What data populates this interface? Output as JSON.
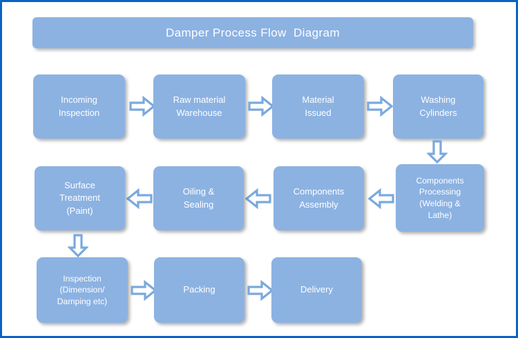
{
  "diagram": {
    "title": "Damper Process Flow  Diagram",
    "border_color": "#0a63c4",
    "node_fill_color": "#8cb2e2",
    "node_text_color": "#ffffff",
    "arrow_fill_color": "#ffffff",
    "arrow_stroke_color": "#7aa9dd",
    "background_color": "#ffffff"
  },
  "nodes": [
    {
      "id": "incoming-inspection",
      "label": "Incoming\nInspection"
    },
    {
      "id": "raw-material-warehouse",
      "label": "Raw material\nWarehouse"
    },
    {
      "id": "material-issued",
      "label": "Material\nIssued"
    },
    {
      "id": "washing-cylinders",
      "label": "Washing\nCylinders"
    },
    {
      "id": "components-processing",
      "label": "Components\nProcessing\n(Welding &\nLathe)"
    },
    {
      "id": "components-assembly",
      "label": "Components\nAssembly"
    },
    {
      "id": "oiling-sealing",
      "label": "Oiling &\nSealing"
    },
    {
      "id": "surface-treatment",
      "label": "Surface\nTreatment\n(Paint)"
    },
    {
      "id": "inspection-dimension",
      "label": "Inspection\n(Dimension/\nDamping etc)"
    },
    {
      "id": "packing",
      "label": "Packing"
    },
    {
      "id": "delivery",
      "label": "Delivery"
    }
  ],
  "connectors": [
    {
      "id": "incoming-to-raw",
      "direction": "right"
    },
    {
      "id": "raw-to-material",
      "direction": "right"
    },
    {
      "id": "material-to-washing",
      "direction": "right"
    },
    {
      "id": "washing-to-processing",
      "direction": "down"
    },
    {
      "id": "processing-to-assembly",
      "direction": "left"
    },
    {
      "id": "assembly-to-oiling",
      "direction": "left"
    },
    {
      "id": "oiling-to-surface",
      "direction": "left"
    },
    {
      "id": "surface-to-inspection",
      "direction": "down"
    },
    {
      "id": "inspection-to-packing",
      "direction": "right"
    },
    {
      "id": "packing-to-delivery",
      "direction": "right"
    }
  ]
}
